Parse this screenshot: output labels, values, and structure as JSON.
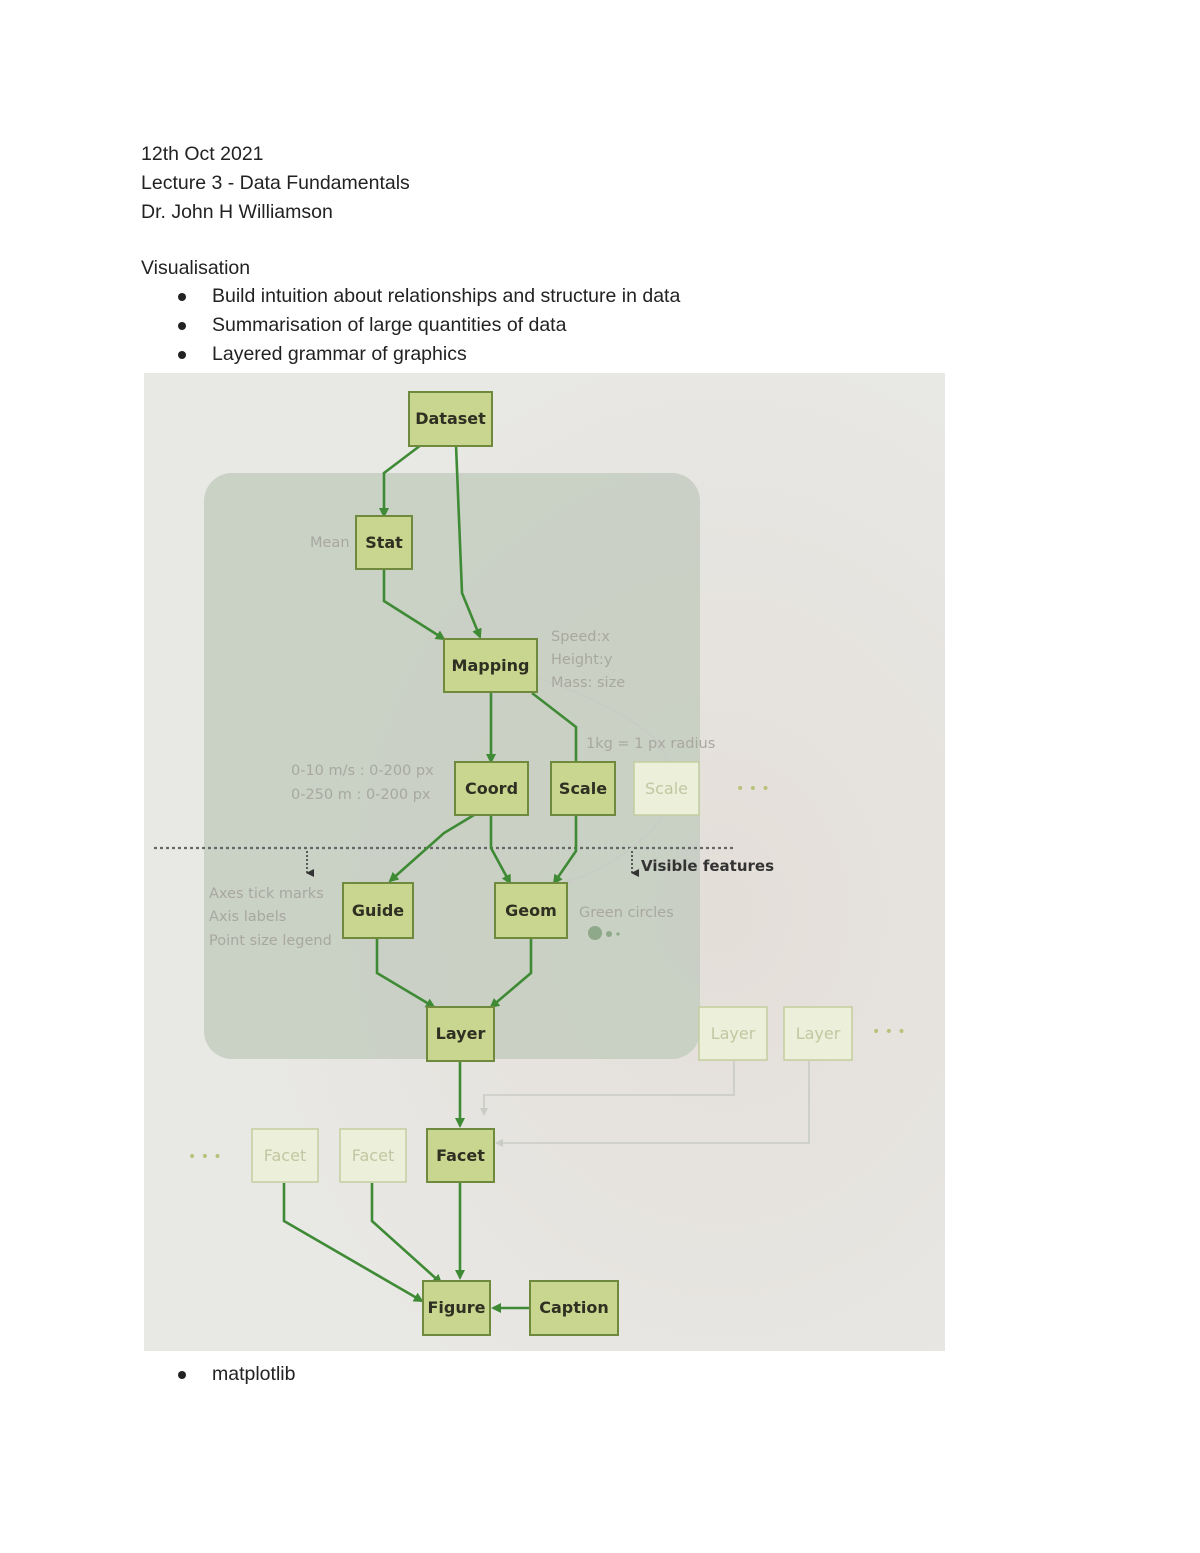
{
  "header": {
    "date": "12th Oct 2021",
    "lecture": "Lecture 3 - Data Fundamentals",
    "author": "Dr. John H Williamson"
  },
  "section": {
    "title": "Visualisation",
    "bullets": [
      "Build intuition about relationships and structure in data",
      "Summarisation of large quantities of data",
      "Layered grammar of graphics"
    ],
    "after_bullets": [
      "matplotlib"
    ]
  },
  "diagram": {
    "nodes": {
      "dataset": "Dataset",
      "stat": "Stat",
      "mapping": "Mapping",
      "coord": "Coord",
      "scale": "Scale",
      "scale_faded": "Scale",
      "guide": "Guide",
      "geom": "Geom",
      "layer": "Layer",
      "layer_faded_1": "Layer",
      "layer_faded_2": "Layer",
      "facet": "Facet",
      "facet_faded_1": "Facet",
      "facet_faded_2": "Facet",
      "figure": "Figure",
      "caption": "Caption"
    },
    "annotations": {
      "mean": "Mean",
      "mapping_notes": [
        "Speed:x",
        "Height:y",
        "Mass: size"
      ],
      "scale_note": "1kg = 1 px radius",
      "coord_notes": [
        "0-10 m/s : 0-200 px",
        "0-250 m :  0-200 px"
      ],
      "visible_features": "Visible features",
      "guide_notes": [
        "Axes tick marks",
        "Axis labels",
        "Point size legend"
      ],
      "geom_note": "Green circles",
      "ellipsis": "• • •"
    },
    "colors": {
      "box_fill": "#c9d68f",
      "box_stroke": "#6f8a3c",
      "edge": "#3f8a35",
      "panel": "#c4ccbf"
    }
  }
}
